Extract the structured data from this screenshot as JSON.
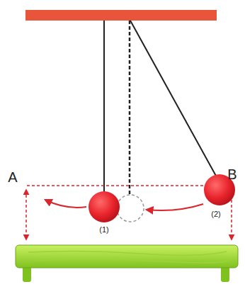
{
  "diagram": {
    "labels": [
      "A",
      "B",
      "(1)",
      "(2)"
    ]
  }
}
